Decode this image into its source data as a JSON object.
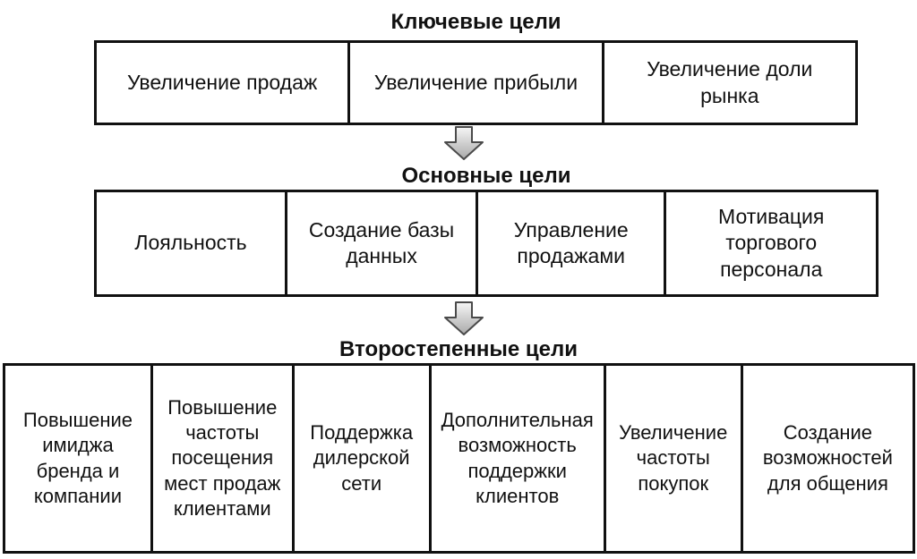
{
  "diagram": {
    "levels": [
      {
        "title": "Ключевые цели",
        "items": [
          "Увеличение продаж",
          "Увеличение прибыли",
          "Увеличение доли рынка"
        ]
      },
      {
        "title": "Основные цели",
        "items": [
          "Лояльность",
          "Создание базы данных",
          "Управление продажами",
          "Мотивация торгового персонала"
        ]
      },
      {
        "title": "Второстепенные цели",
        "items": [
          "Повышение имиджа бренда и компании",
          "Повышение частоты посещения мест продаж клиентами",
          "Поддержка дилерской сети",
          "Дополнительная возможность поддержки клиентов",
          "Увеличение частоты покупок",
          "Создание возможностей для общения"
        ]
      }
    ],
    "arrows": [
      {
        "icon": "down-block-arrow"
      },
      {
        "icon": "down-block-arrow"
      }
    ],
    "colors": {
      "border": "#111111",
      "text": "#111111",
      "background": "#ffffff",
      "arrow_fill_light": "#f6f6f6",
      "arrow_fill_dark": "#a9a9a9",
      "arrow_stroke": "#4a4a4a"
    }
  }
}
